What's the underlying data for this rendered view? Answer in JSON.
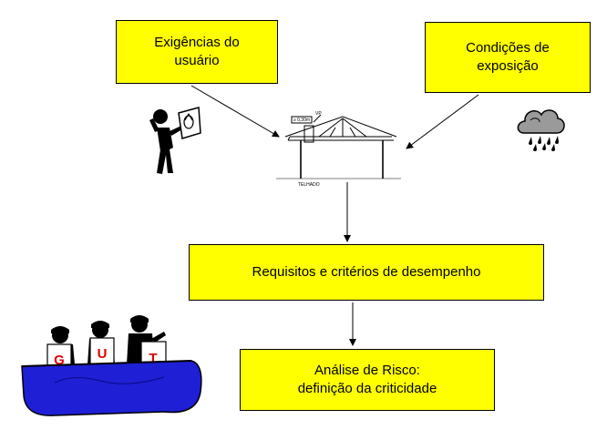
{
  "boxes": {
    "user_requirements": [
      "Exigências do",
      "usuário"
    ],
    "exposure_conditions": [
      "Condições de",
      "exposição"
    ],
    "performance": [
      "Requisitos e critérios de desempenho"
    ],
    "risk_analysis": [
      "Análise de Risco:",
      "definição da criticidade"
    ]
  },
  "house": {
    "label": "TELHADO",
    "dimension_note": "≥ 0,30m",
    "marker": "VP"
  },
  "gut_letters": [
    "G",
    "U",
    "T"
  ],
  "colors": {
    "box_fill": "#ffff00",
    "gut_table": "#1f1fd6",
    "gut_letter": "#e00000"
  },
  "icons": [
    "thinking-person-icon",
    "rain-cloud-icon",
    "house-roof-icon",
    "gut-panel-icon"
  ]
}
